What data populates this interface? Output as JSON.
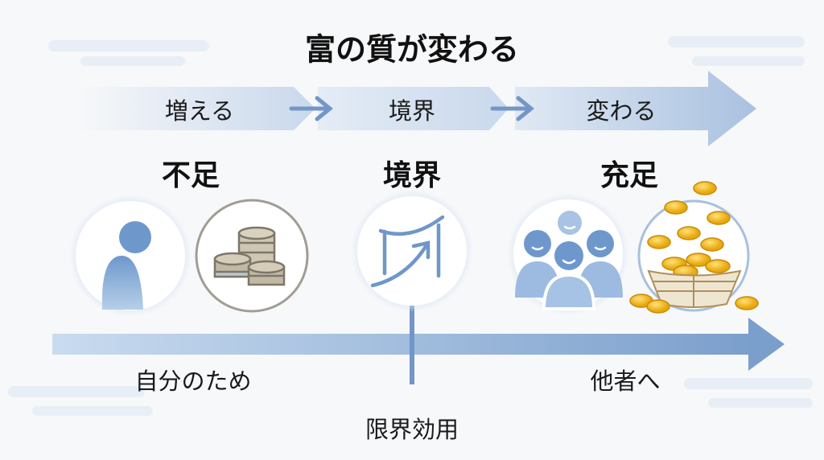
{
  "title": "富の質が変わる",
  "steps": [
    {
      "label": "増える"
    },
    {
      "label": "境界"
    },
    {
      "label": "変わる"
    }
  ],
  "stages": [
    {
      "heading": "不足",
      "icons": [
        "person-icon",
        "coin-stack-icon"
      ]
    },
    {
      "heading": "境界",
      "icons": [
        "boundary-growth-icon"
      ]
    },
    {
      "heading": "充足",
      "icons": [
        "group-people-icon",
        "gold-coin-basket-icon"
      ]
    }
  ],
  "axis": {
    "left_label": "自分のため",
    "right_label": "他者へ",
    "marker_label": "限界効用"
  },
  "colors": {
    "accent": "#6f97c8",
    "coin_gold": "#f2b51c",
    "coin_gray": "#b8b09c"
  }
}
